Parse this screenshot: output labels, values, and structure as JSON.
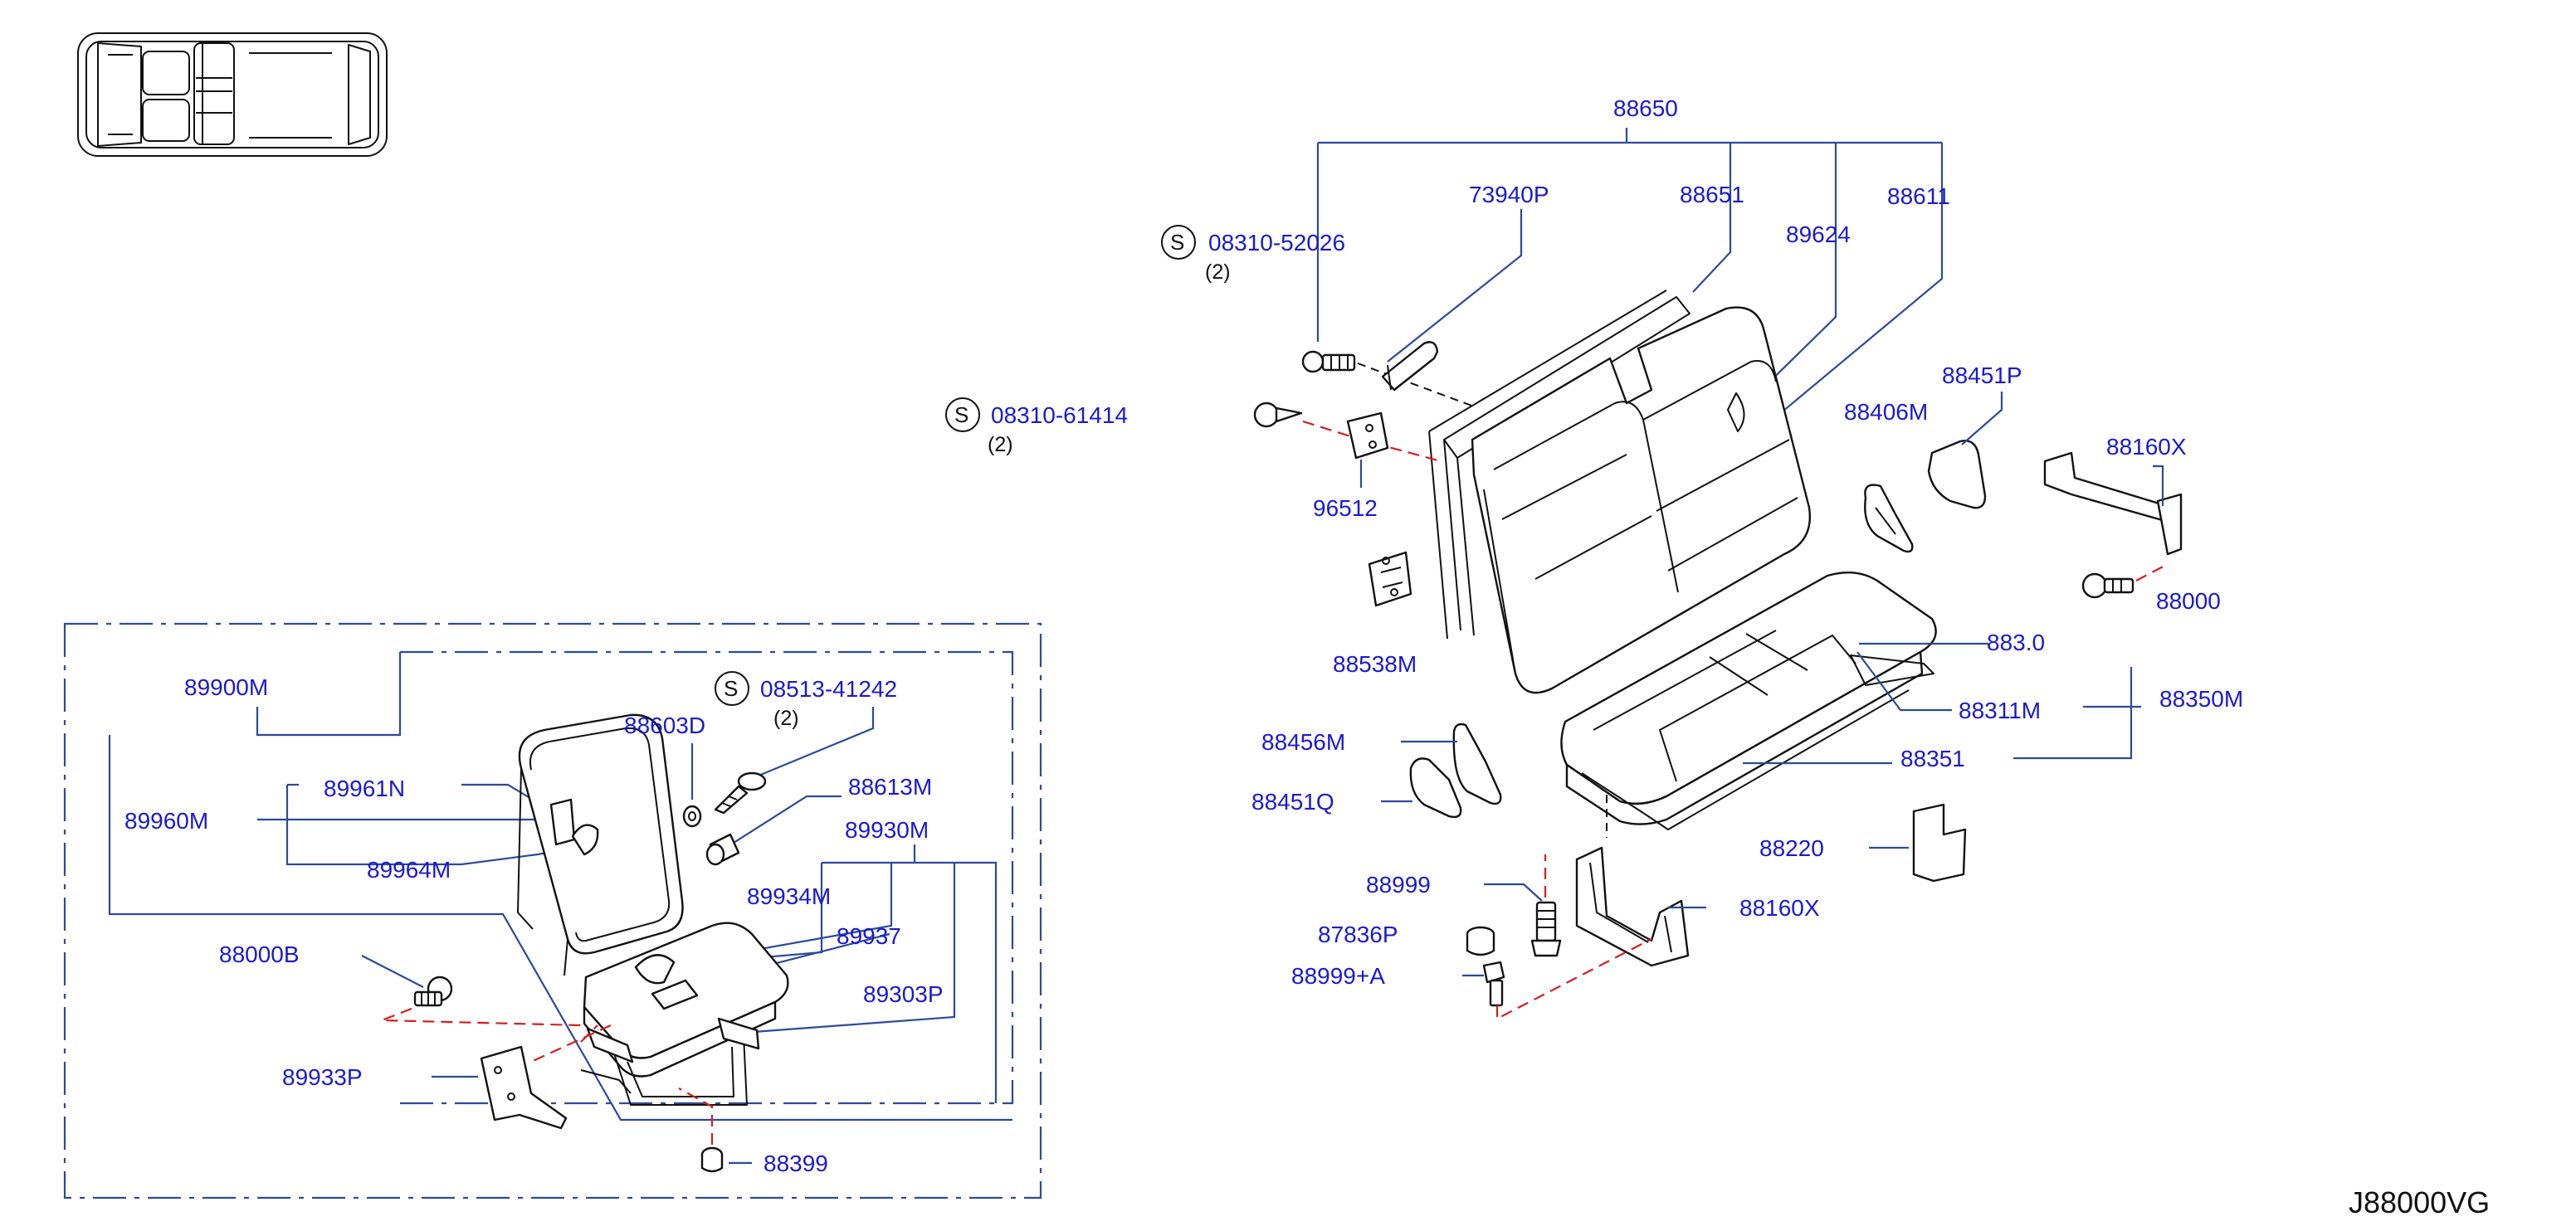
{
  "diagram_code": "J88000VG",
  "callouts": [
    {
      "id": "c88650",
      "label": "88650"
    },
    {
      "id": "c73940P",
      "label": "73940P"
    },
    {
      "id": "c88651",
      "label": "88651"
    },
    {
      "id": "c89624",
      "label": "89624"
    },
    {
      "id": "c88611",
      "label": "88611"
    },
    {
      "id": "c08310_52026",
      "label": "08310-52026",
      "symbol": "S",
      "qty": "(2)"
    },
    {
      "id": "c08310_61414",
      "label": "08310-61414",
      "symbol": "S",
      "qty": "(2)"
    },
    {
      "id": "c96512",
      "label": "96512"
    },
    {
      "id": "c88406M",
      "label": "88406M"
    },
    {
      "id": "c88451P",
      "label": "88451P"
    },
    {
      "id": "c88160X_top",
      "label": "88160X"
    },
    {
      "id": "c88000_partial",
      "label": "88000"
    },
    {
      "id": "c88310_partial",
      "label": "883.0"
    },
    {
      "id": "c88538_partial",
      "label": "88538M"
    },
    {
      "id": "c88311M",
      "label": "88311M"
    },
    {
      "id": "c88350M",
      "label": "88350M"
    },
    {
      "id": "c88351",
      "label": "88351"
    },
    {
      "id": "c88456M",
      "label": "88456M"
    },
    {
      "id": "c88451Q",
      "label": "88451Q"
    },
    {
      "id": "c88220",
      "label": "88220"
    },
    {
      "id": "c88999",
      "label": "88999"
    },
    {
      "id": "c88160X_bot",
      "label": "88160X"
    },
    {
      "id": "c87836P",
      "label": "87836P"
    },
    {
      "id": "c88999A",
      "label": "88999+A"
    },
    {
      "id": "c89900M",
      "label": "89900M"
    },
    {
      "id": "c88603D",
      "label": "88603D"
    },
    {
      "id": "c08513_41242",
      "label": "08513-41242",
      "symbol": "S",
      "qty": "(2)"
    },
    {
      "id": "c88613M",
      "label": "88613M"
    },
    {
      "id": "c89961N",
      "label": "89961N"
    },
    {
      "id": "c89960M",
      "label": "89960M"
    },
    {
      "id": "c89964M",
      "label": "89964M"
    },
    {
      "id": "c89930M",
      "label": "89930M"
    },
    {
      "id": "c89934M",
      "label": "89934M"
    },
    {
      "id": "c89937",
      "label": "89937"
    },
    {
      "id": "c88000B",
      "label": "88000B"
    },
    {
      "id": "c89303P",
      "label": "89303P"
    },
    {
      "id": "c89933P",
      "label": "89933P"
    },
    {
      "id": "c88399",
      "label": "88399"
    }
  ]
}
